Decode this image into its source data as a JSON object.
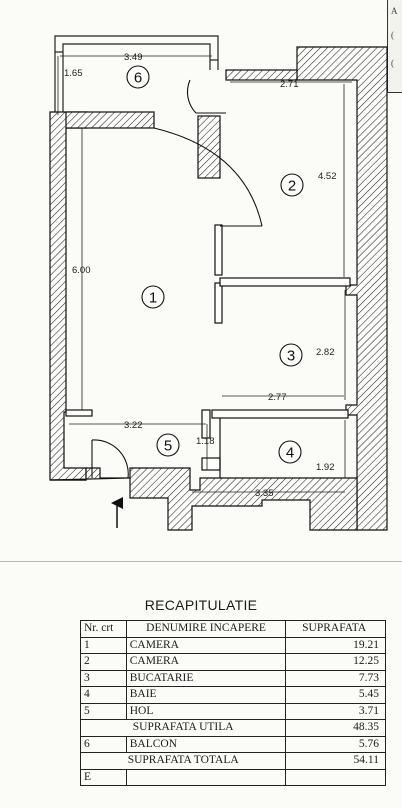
{
  "plan": {
    "rooms": [
      {
        "number": "1"
      },
      {
        "number": "2"
      },
      {
        "number": "3"
      },
      {
        "number": "4"
      },
      {
        "number": "5"
      },
      {
        "number": "6"
      }
    ],
    "dimensions": {
      "balcony_width": "3.49",
      "balcony_depth": "1.65",
      "room2_width": "2.71",
      "room2_depth": "4.52",
      "room1_depth": "6.00",
      "kitchen_depth": "2.82",
      "kitchen_width": "2.77",
      "hall_width": "3.22",
      "hall_small": "1.18",
      "bath_depth": "1.92",
      "bath_width": "3.35"
    },
    "stamp_text": [
      "A",
      "(",
      "("
    ]
  },
  "recap": {
    "title": "RECAPITULATIE",
    "headers": [
      "Nr. crt",
      "DENUMIRE INCAPERE",
      "SUPRAFATA"
    ],
    "rows": [
      {
        "nr": "1",
        "name": "CAMERA",
        "area": "19.21"
      },
      {
        "nr": "2",
        "name": "CAMERA",
        "area": "12.25"
      },
      {
        "nr": "3",
        "name": "BUCATARIE",
        "area": "7.73"
      },
      {
        "nr": "4",
        "name": "BAIE",
        "area": "5.45"
      },
      {
        "nr": "5",
        "name": "HOL",
        "area": "3.71"
      }
    ],
    "useful_label": "SUPRAFATA UTILA",
    "useful_value": "48.35",
    "balcony": {
      "nr": "6",
      "name": "BALCON",
      "area": "5.76"
    },
    "total_label": "SUPRAFATA TOTALA",
    "total_value": "54.11",
    "footer_fragment": "E"
  }
}
